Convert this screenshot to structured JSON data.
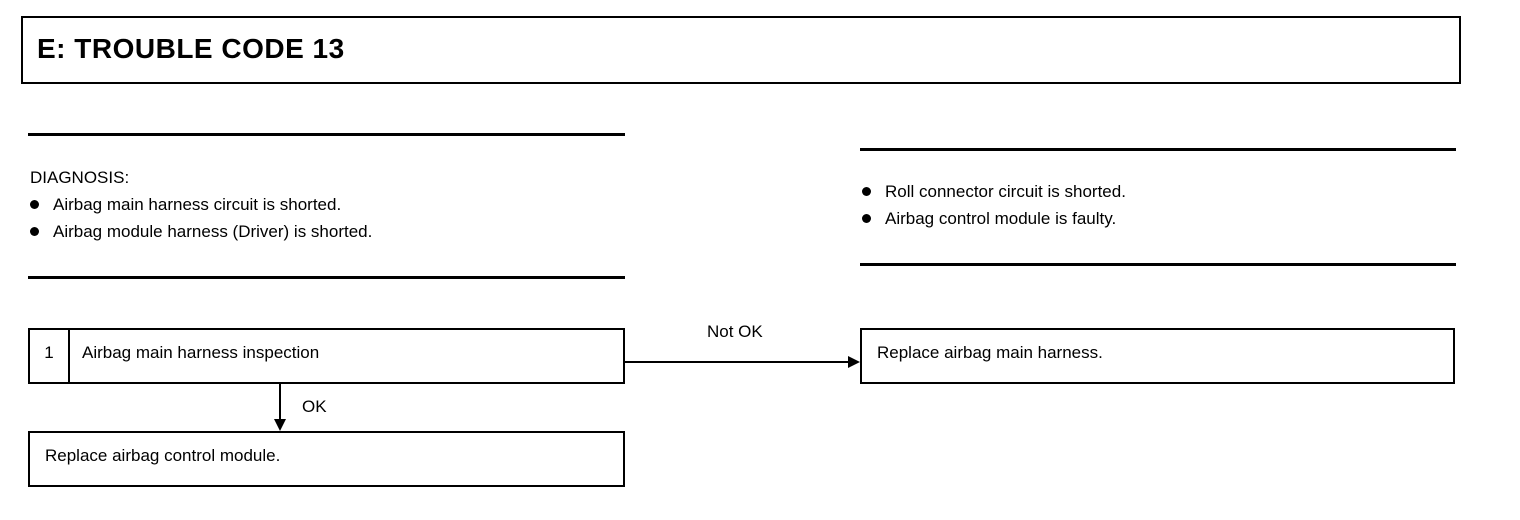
{
  "title": "E:  TROUBLE CODE 13",
  "diagnosis_left": {
    "heading": "DIAGNOSIS:",
    "items": [
      "Airbag main harness circuit is shorted.",
      "Airbag module harness (Driver) is shorted."
    ]
  },
  "diagnosis_right": {
    "items": [
      "Roll connector circuit is shorted.",
      "Airbag control module is faulty."
    ]
  },
  "step1": {
    "number": "1",
    "label": "Airbag main harness inspection"
  },
  "ok_result": {
    "branch_label": "OK",
    "action": "Replace airbag control module."
  },
  "not_ok_result": {
    "branch_label": "Not OK",
    "action": "Replace airbag main harness."
  }
}
